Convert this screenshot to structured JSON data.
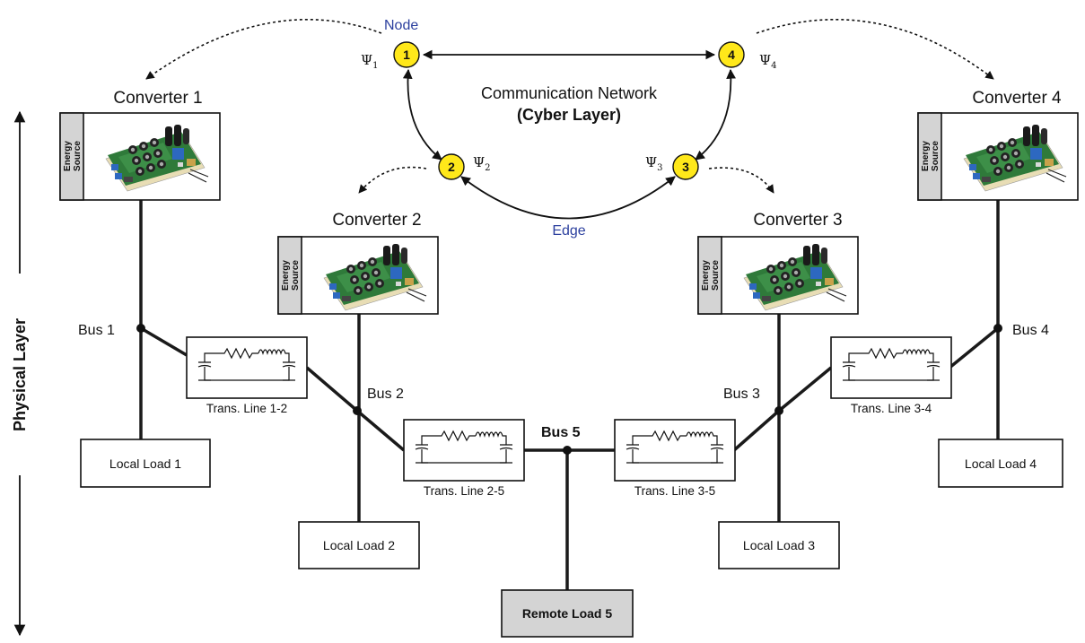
{
  "cyber": {
    "title": "Communication Network",
    "subtitle": "(Cyber Layer)",
    "node_label": "Node",
    "edge_label": "Edge",
    "nodes": [
      {
        "id": "1",
        "psi_base": "Ψ",
        "psi_sub": "1"
      },
      {
        "id": "2",
        "psi_base": "Ψ",
        "psi_sub": "2"
      },
      {
        "id": "3",
        "psi_base": "Ψ",
        "psi_sub": "3"
      },
      {
        "id": "4",
        "psi_base": "Ψ",
        "psi_sub": "4"
      }
    ]
  },
  "physical_layer_label": "Physical Layer",
  "converters": [
    {
      "title": "Converter 1",
      "source_line1": "Energy",
      "source_line2": "Source"
    },
    {
      "title": "Converter 2",
      "source_line1": "Energy",
      "source_line2": "Source"
    },
    {
      "title": "Converter 3",
      "source_line1": "Energy",
      "source_line2": "Source"
    },
    {
      "title": "Converter 4",
      "source_line1": "Energy",
      "source_line2": "Source"
    }
  ],
  "buses": [
    "Bus 1",
    "Bus 2",
    "Bus 3",
    "Bus 4",
    "Bus 5"
  ],
  "lines": [
    "Trans. Line 1-2",
    "Trans. Line 2-5",
    "Trans. Line 3-5",
    "Trans. Line 3-4"
  ],
  "loads": [
    "Local Load 1",
    "Local Load 2",
    "Local Load 3",
    "Local Load 4",
    "Remote Load 5"
  ]
}
